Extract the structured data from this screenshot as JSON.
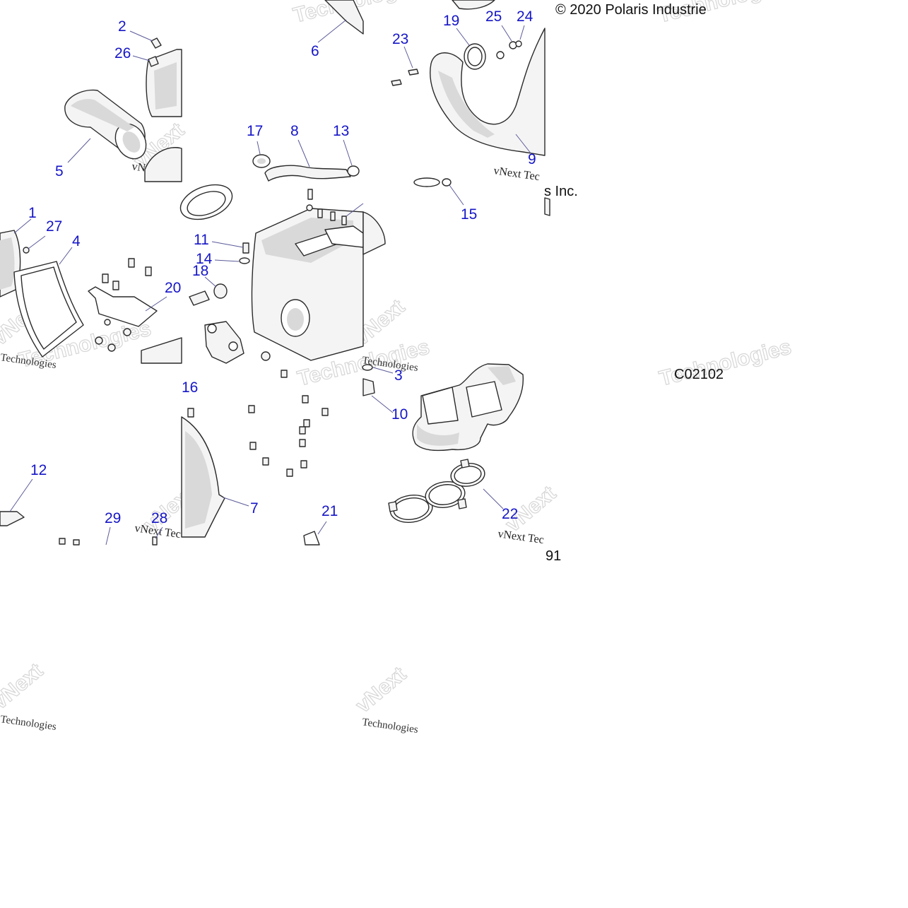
{
  "copyright": "© 2020 Polaris Industrie",
  "copyright_tail": "s Inc.",
  "drawing_number": "C02102",
  "drawing_number_tail": "91",
  "watermark": {
    "brand": "vNext",
    "company": "Technologies",
    "line": "vNext Tec"
  },
  "callouts": [
    "1",
    "2",
    "3",
    "4",
    "5",
    "6",
    "7",
    "8",
    "9",
    "10",
    "11",
    "12",
    "13",
    "14",
    "15",
    "16",
    "17",
    "18",
    "19",
    "20",
    "21",
    "22",
    "23",
    "24",
    "25",
    "26",
    "27",
    "28",
    "29"
  ]
}
